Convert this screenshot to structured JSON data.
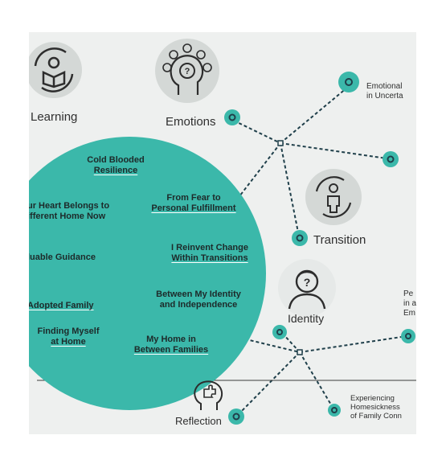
{
  "colors": {
    "teal": "#3bb8aa",
    "dark_teal": "#1b6d66",
    "line": "#1f3f4a",
    "screen_bg": "#eef0ef",
    "icon_bg": "#d4d8d6"
  },
  "topics": {
    "learning": "Learning",
    "emotions": "Emotions",
    "transition": "Transition",
    "identity": "Identity",
    "reflection": "Reflection"
  },
  "side_labels": {
    "emotional_line1": "Emotional",
    "emotional_line2": "in Uncerta",
    "pe_line1": "Pe",
    "pe_line2": "in a",
    "pe_line3": "Em",
    "experiencing_line1": "Experiencing",
    "experiencing_line2": "Homesickness",
    "experiencing_line3": "of Family Conn"
  },
  "circle_phrases": {
    "cold_blooded_1": "Cold Blooded",
    "cold_blooded_2": "Resilience",
    "heart_1": "ur Heart Belongs to",
    "heart_2": "ifferent Home Now",
    "fear_1": "From Fear to",
    "fear_2": "Personal Fulfillment",
    "guidance": "luable Guidance",
    "reinvent_1": "I Reinvent Change",
    "reinvent_2": "Within Transitions",
    "identity_1": "Between My Identity",
    "identity_2": "and Independence",
    "adopted": "Adopted Family",
    "finding_1": "Finding Myself",
    "finding_2": "at Home",
    "myhome_1": "My Home  in",
    "myhome_2": "Between Families"
  },
  "icons": {
    "learning": "book-person-cycle-icon",
    "emotions": "head-with-emoji-faces-icon",
    "transition": "person-with-cycle-arrows-icon",
    "identity": "head-with-question-mark-icon",
    "reflection": "puzzle-head-icon"
  }
}
